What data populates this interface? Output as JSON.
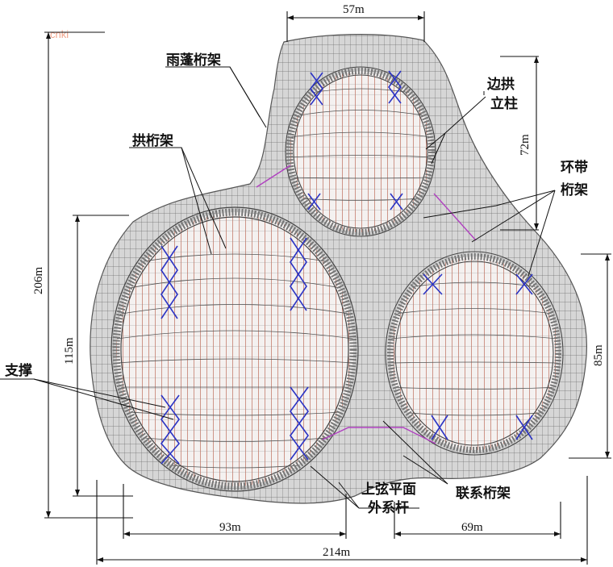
{
  "watermark": "cnki",
  "labels": {
    "canopy_truss": "雨蓬桁架",
    "arch_truss": "拱桁架",
    "side_arch": "边拱",
    "column": "立柱",
    "ring_belt": "环带",
    "truss": "桁架",
    "bracing": "支撑",
    "top_chord_1": "上弦平面",
    "top_chord_2": "外系杆",
    "connecting_truss": "联系桁架"
  },
  "dimensions": {
    "top_width": "57m",
    "top_height": "72m",
    "total_height": "206m",
    "left_height": "115m",
    "right_height": "85m",
    "left_width": "93m",
    "right_width": "69m",
    "total_width": "214m"
  },
  "colors": {
    "mesh": "#6e6e6e",
    "arch_rib": "#b04a34",
    "bracing": "#2b33c4",
    "connector": "#b040c0",
    "shade": "#c8c8c8",
    "watermark": "#f2a38a"
  }
}
